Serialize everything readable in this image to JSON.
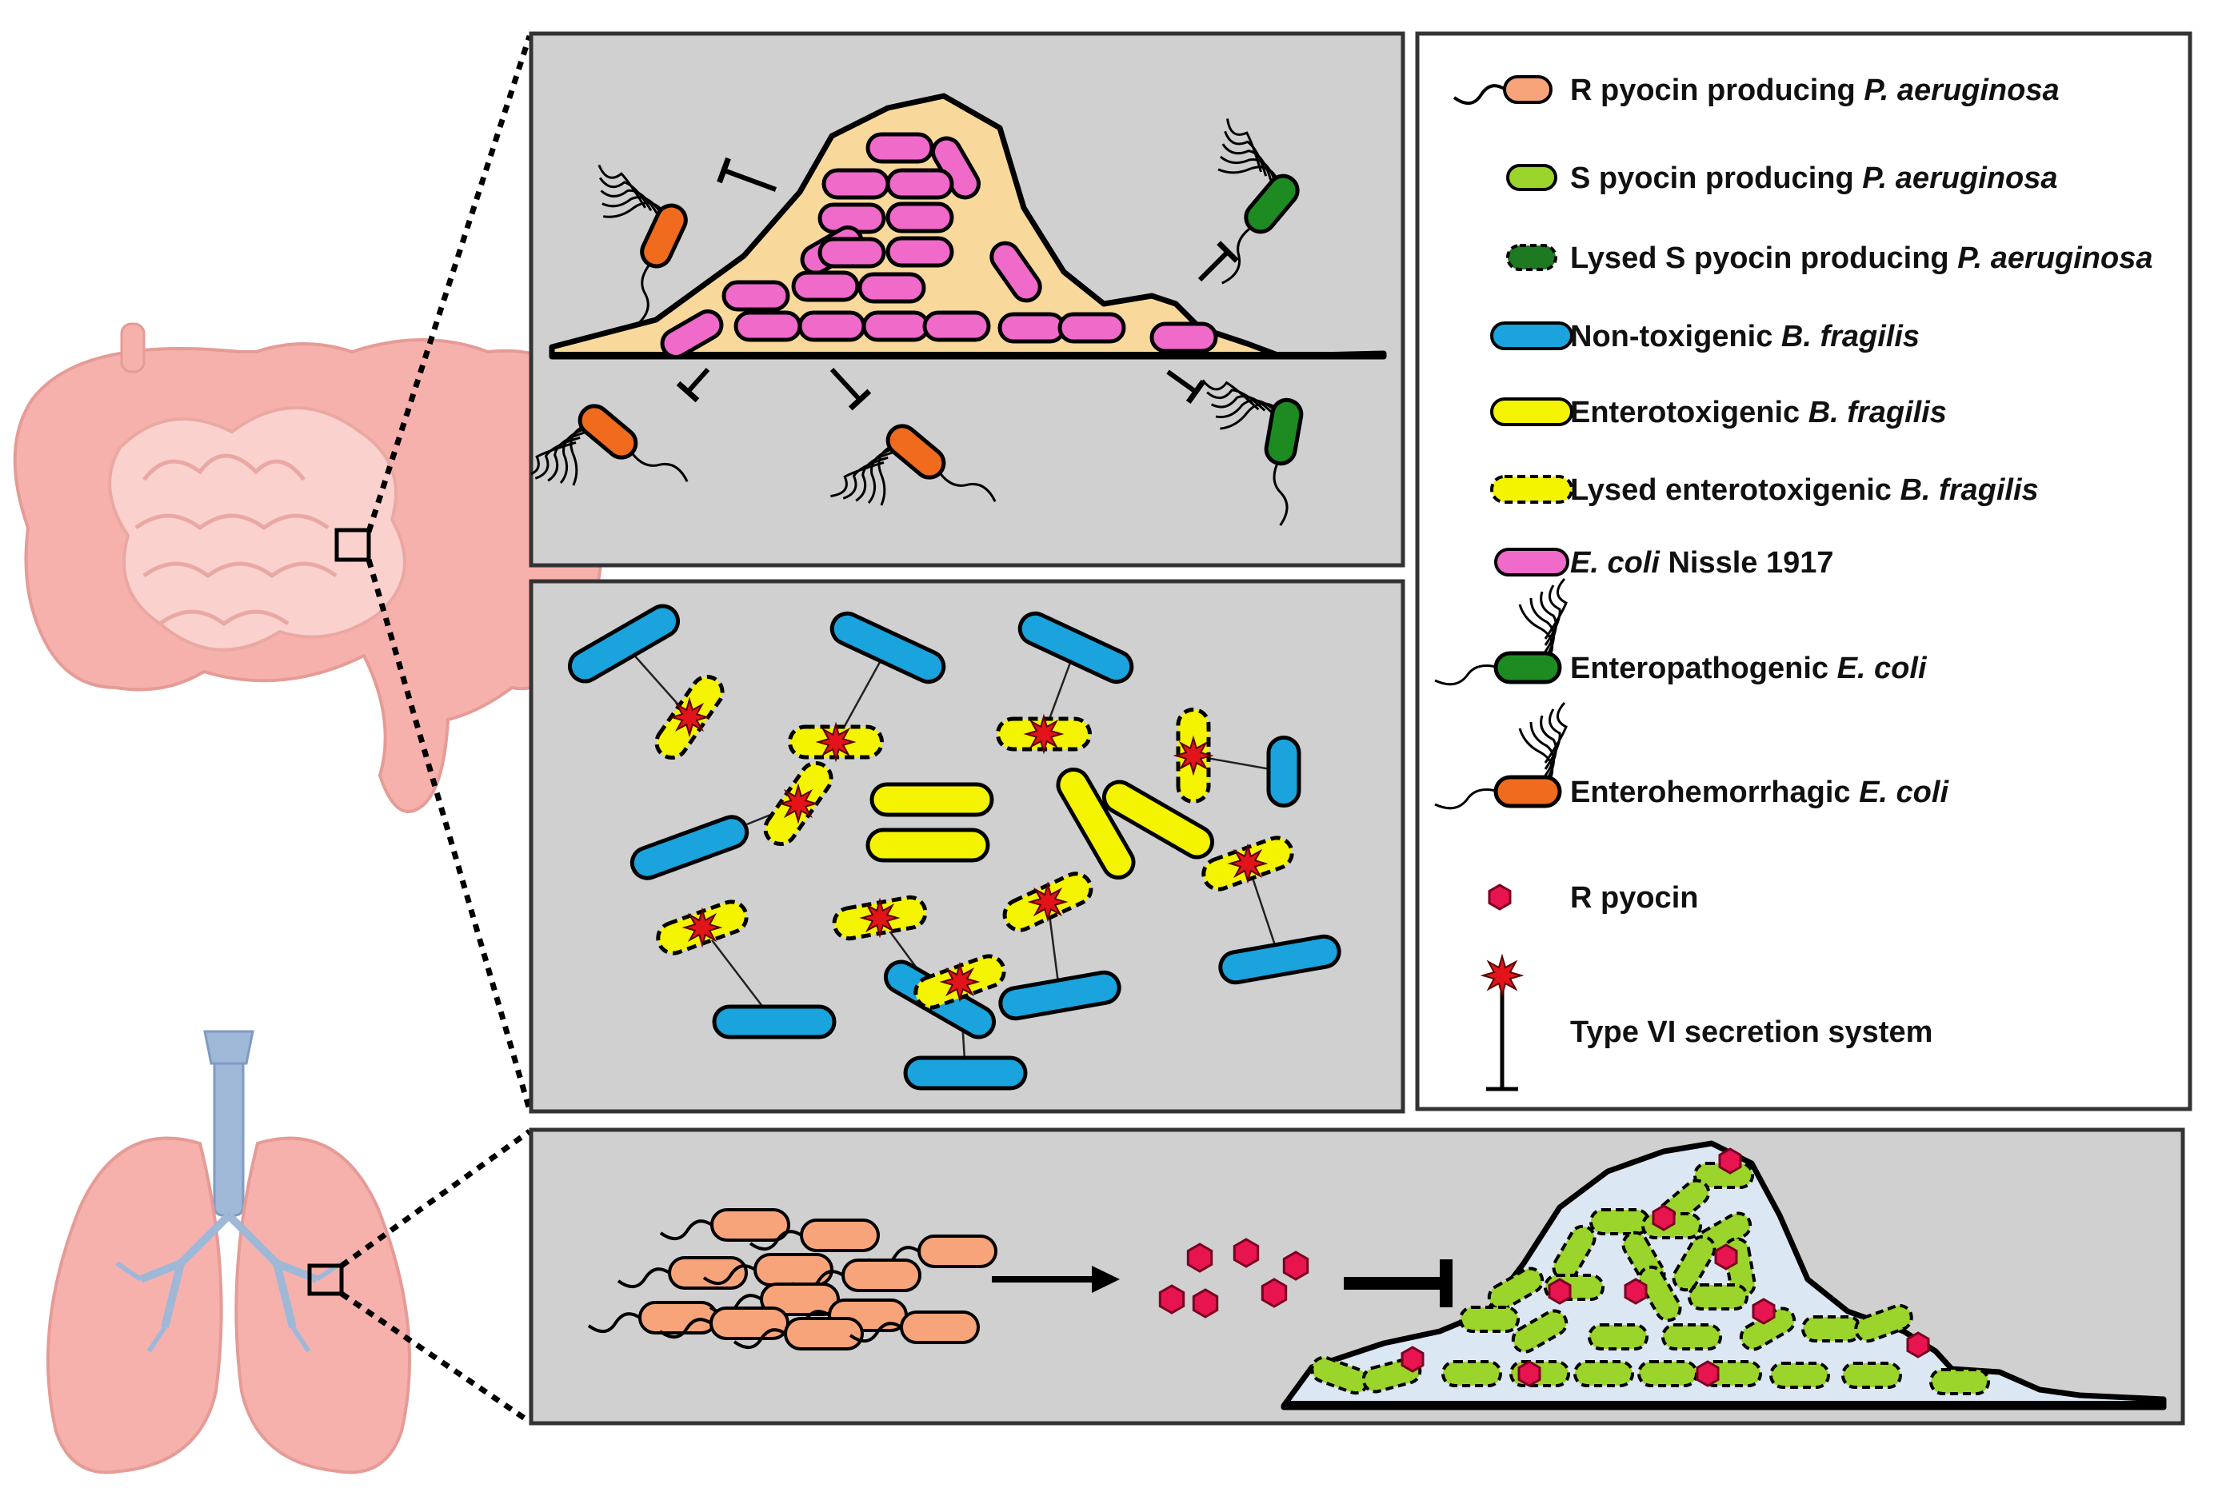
{
  "colors": {
    "r_pyocin_pa": "#f8a47a",
    "s_pyocin_pa": "#9bd42a",
    "lysed_s_pa": "#1e7a20",
    "nontoxigenic_bf": "#1aa3dd",
    "enterotoxigenic_bf": "#f4f400",
    "ecn": "#ef6ac9",
    "epec": "#1e8a22",
    "ehec": "#f06b1d",
    "r_pyocin": "#e8144f",
    "panel_bg": "#d0d0d0",
    "biofilm_gut": "#f9d99b",
    "biofilm_lung": "#dce7f4"
  },
  "organs": {
    "intestine": "intestine-illustration",
    "lungs": "lungs-illustration"
  },
  "legend": {
    "items": [
      {
        "pre": "R pyocin producing ",
        "ital": "P. aeruginosa",
        "post": ""
      },
      {
        "pre": "S pyocin producing ",
        "ital": "P. aeruginosa",
        "post": ""
      },
      {
        "pre": "Lysed S pyocin producing ",
        "ital": "P. aeruginosa",
        "post": ""
      },
      {
        "pre": "Non-toxigenic ",
        "ital": "B. fragilis",
        "post": ""
      },
      {
        "pre": "Enterotoxigenic ",
        "ital": "B. fragilis",
        "post": ""
      },
      {
        "pre": "Lysed enterotoxigenic ",
        "ital": "B. fragilis",
        "post": ""
      },
      {
        "pre": "",
        "ital": "E. coli",
        "post": " Nissle 1917"
      },
      {
        "pre": "Enteropathogenic ",
        "ital": "E. coli",
        "post": ""
      },
      {
        "pre": "Enterohemorrhagic ",
        "ital": "E. coli",
        "post": ""
      },
      {
        "pre": "R pyocin",
        "ital": "",
        "post": ""
      },
      {
        "pre": "Type VI secretion system",
        "ital": "",
        "post": ""
      }
    ]
  }
}
